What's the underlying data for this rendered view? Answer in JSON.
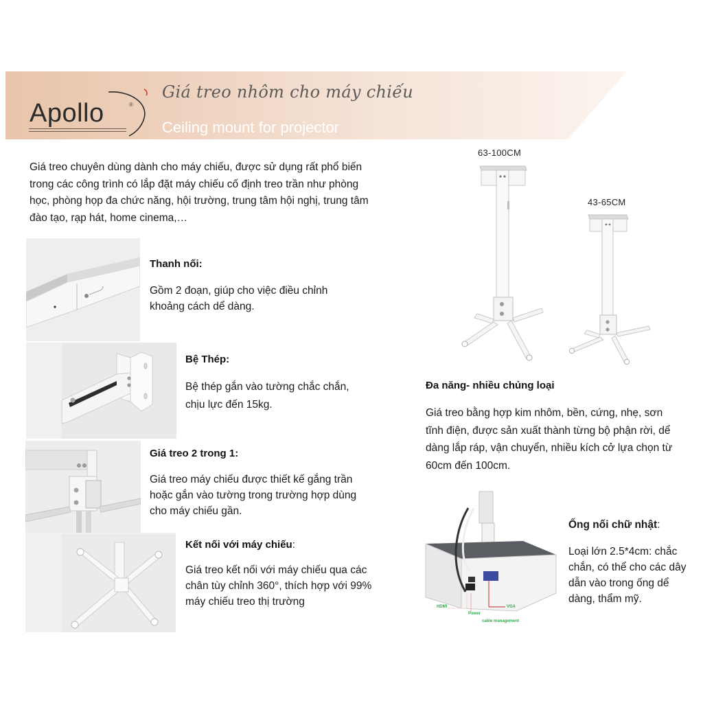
{
  "header": {
    "brand": "Apollo",
    "brand_mark": "®",
    "title_vi": "Giá treo nhôm cho máy chiếu",
    "title_en": "Ceiling mount for projector",
    "banner_color": "#e8c4aa"
  },
  "intro": {
    "text": "Giá treo chuyên dùng dành cho máy chiếu, được sử dụng rất phổ biến trong các công trình có lắp đặt máy chiếu cố định treo trần như phòng học, phòng họp đa chức năng, hội trường, trung tâm hội nghị, trung tâm đào tạo, rạp hát, home cinema,…"
  },
  "features": [
    {
      "title": "Thanh nối:",
      "body": "Gồm 2 đoạn, giúp cho việc điều chỉnh khoảng cách dể dàng.",
      "image": "extension-pole-photo"
    },
    {
      "title": "Bệ Thép:",
      "body": "Bệ thép gắn vào tường chắc chắn, chịu lực đến 15kg.",
      "image": "steel-wall-bracket-photo"
    },
    {
      "title": "Giá treo 2 trong 1:",
      "body": "Giá treo máy chiếu được thiết kế gắng trần hoặc gắn vào tường trong trường hợp dùng cho máy chiếu gần.",
      "image": "2-in-1-mount-photo"
    },
    {
      "title": "Kết nối với máy chiếu",
      "title_suffix": ":",
      "body": "Giá treo kết nối với máy chiếu qua các chân tùy chỉnh 360°, thích hợp với 99% máy chiếu treo thị trường",
      "image": "projector-spider-arms-photo"
    }
  ],
  "right": {
    "sizes": [
      "63-100CM",
      "43-65CM"
    ],
    "multi_title": "Đa năng- nhiều chủng loại",
    "multi_body": "Giá treo bằng hợp kim nhôm, bền, cứng, nhẹ, sơn tĩnh điện, được sản xuất thành từng bộ phận rời, dể dàng lắp ráp, vận chuyển, nhiều kích cở lựa chọn từ 60cm đến 100cm.",
    "tube_title": "Ống nối chữ nhật",
    "tube_suffix": ":",
    "tube_body": "Loại lớn 2.5*4cm: chắc chắn, có thể cho các dây dẫn vào trong ống dể dàng, thẩm mỹ.",
    "cable_labels": {
      "hdmi": "HDMI",
      "power": "Power",
      "vga": "VGA",
      "cable_management": "cable management"
    },
    "label_color": "#2fae4a",
    "vga_line_color": "#c0282e"
  }
}
